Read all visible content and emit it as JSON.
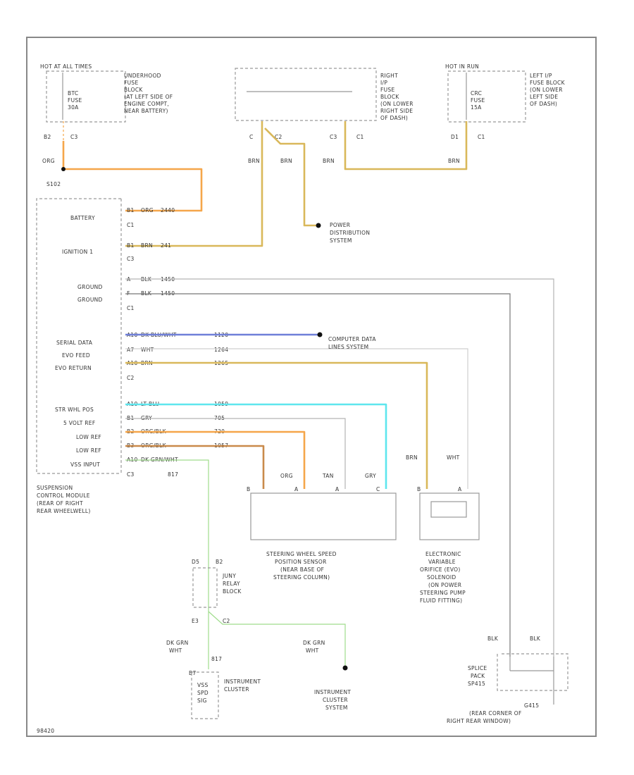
{
  "colors": {
    "orange": "#f5a64a",
    "tan": "#d9b85a",
    "blue": "#6f7fd8",
    "cyan": "#5ee6ee",
    "brown": "#c98a4b",
    "green": "#9fdc8c",
    "gray": "#b4b4b4",
    "dark_gray": "#777777"
  },
  "fuse_block_1": {
    "hot_label": "HOT AT ALL TIMES",
    "fuse": [
      "BTC",
      "FUSE",
      "30A"
    ],
    "location": [
      "UNDERHOOD",
      "FUSE",
      "BLOCK",
      "(AT LEFT SIDE OF",
      "ENGINE COMPT,",
      "NEAR BATTERY)"
    ],
    "pin_left": "B2",
    "pin_right": "C3",
    "wire_color": "ORG",
    "splice": "S102"
  },
  "fuse_block_2": {
    "location": [
      "RIGHT",
      "I/P",
      "FUSE",
      "BLOCK",
      "(ON LOWER",
      "RIGHT SIDE",
      "OF DASH)"
    ],
    "pins": [
      "C",
      "C2",
      "C3",
      "C1"
    ],
    "wires": [
      "BRN",
      "BRN",
      "BRN"
    ]
  },
  "fuse_block_3": {
    "hot_label": "HOT IN RUN",
    "fuse": [
      "CRC",
      "FUSE",
      "15A"
    ],
    "location": [
      "LEFT I/P",
      "FUSE BLOCK",
      "(ON LOWER",
      "LEFT SIDE",
      "OF DASH)"
    ],
    "pins": [
      "D1",
      "C1"
    ],
    "wire_color": "BRN"
  },
  "power_distribution": [
    "POWER",
    "DISTRIBUTION",
    "SYSTEM"
  ],
  "computer_data": [
    "COMPUTER DATA",
    "LINES SYSTEM"
  ],
  "module": {
    "rows": [
      {
        "label": "BATTERY",
        "pin": "B1",
        "wire": "ORG",
        "circuit": "2440"
      },
      {
        "label": "C1",
        "pin": "",
        "wire": "",
        "circuit": ""
      },
      {
        "label": "IGNITION 1",
        "pin": "B1",
        "wire": "BRN",
        "circuit": "241"
      },
      {
        "label": "C3",
        "pin": "",
        "wire": "",
        "circuit": ""
      },
      {
        "label": "GROUND",
        "pin": "A",
        "wire": "BLK",
        "circuit": "1450"
      },
      {
        "label": "GROUND",
        "pin": "F",
        "wire": "BLK",
        "circuit": "1450"
      },
      {
        "label": "C1",
        "pin": "",
        "wire": "",
        "circuit": ""
      },
      {
        "label": "SERIAL DATA",
        "pin": "A10",
        "wire": "DK BLU/WHT",
        "circuit": "1120"
      },
      {
        "label": "EVO FEED",
        "pin": "A7",
        "wire": "WHT",
        "circuit": "1264"
      },
      {
        "label": "EVO RETURN",
        "pin": "A10",
        "wire": "BRN",
        "circuit": "1265"
      },
      {
        "label": "C2",
        "pin": "",
        "wire": "",
        "circuit": ""
      },
      {
        "label": "STR WHL POS",
        "pin": "A10",
        "wire": "LT BLU",
        "circuit": "1059"
      },
      {
        "label": "5 VOLT REF",
        "pin": "B1",
        "wire": "GRY",
        "circuit": "705"
      },
      {
        "label": "LOW REF",
        "pin": "B2",
        "wire": "ORG/BLK",
        "circuit": "720"
      },
      {
        "label": "LOW REF",
        "pin": "B3",
        "wire": "ORG/BLK",
        "circuit": "1057"
      },
      {
        "label": "VSS INPUT",
        "pin": "A10",
        "wire": "DK GRN/WHT",
        "circuit": ""
      },
      {
        "label": "C3",
        "pin": "",
        "wire": "817",
        "circuit": ""
      }
    ],
    "name": [
      "SUSPENSION",
      "CONTROL MODULE",
      "(REAR OF RIGHT",
      "REAR WHEELWELL)"
    ]
  },
  "sensor": {
    "wires": [
      "ORG",
      "TAN",
      "GRY"
    ],
    "pins": [
      "B",
      "A",
      "A",
      "C"
    ],
    "name": [
      "STEERING WHEEL SPEED",
      "POSITION SENSOR",
      "(NEAR BASE OF",
      "STEERING COLUMN)"
    ]
  },
  "solenoid": {
    "wires": [
      "BRN",
      "WHT"
    ],
    "pins": [
      "B",
      "A"
    ],
    "name": [
      "ELECTRONIC",
      "VARIABLE",
      "ORIFICE (EVO)",
      "SOLENOID",
      "(ON POWER",
      "STEERING PUMP",
      "FLUID FITTING)"
    ]
  },
  "relay_block": {
    "pins": [
      "D5",
      "B2",
      "E3",
      "C2"
    ],
    "name": [
      "JUNY",
      "RELAY",
      "BLOCK"
    ]
  },
  "instrument_cluster": {
    "wire_color": [
      "DK GRN",
      "WHT"
    ],
    "circuit": "817",
    "pin": "B7",
    "inner": [
      "VSS",
      "SPD",
      "SIG"
    ],
    "name": [
      "INSTRUMENT",
      "CLUSTER"
    ]
  },
  "cluster_system": {
    "wire_color": [
      "DK GRN",
      "WHT"
    ],
    "name": [
      "INSTRUMENT",
      "CLUSTER",
      "SYSTEM"
    ]
  },
  "ground": {
    "wires": [
      "BLK",
      "BLK"
    ],
    "splice_pack": [
      "SPLICE",
      "PACK",
      "SP415"
    ],
    "name": [
      "G415",
      "(REAR CORNER OF",
      "RIGHT REAR WINDOW)"
    ]
  },
  "footer_code": "98420"
}
